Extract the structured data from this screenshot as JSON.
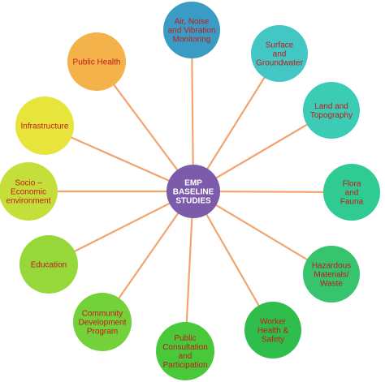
{
  "center": {
    "lines": [
      "EMP",
      "BASELINE",
      "STUDIES"
    ],
    "color": "#7B5BAA",
    "text_color": "#ffffff"
  },
  "line_color": "#F2A46E",
  "nodes": [
    {
      "id": "air-noise-vibration",
      "lines": [
        "Air, Noise",
        "and Vibration",
        "Monitoring"
      ],
      "color": "#3A9BC4",
      "text_color": "#C21A1A"
    },
    {
      "id": "surface-groundwater",
      "lines": [
        "Surface",
        "and",
        "Groundwater"
      ],
      "color": "#43C7C4",
      "text_color": "#C21A1A"
    },
    {
      "id": "land-topography",
      "lines": [
        "Land and",
        "Topography"
      ],
      "color": "#3CCBB5",
      "text_color": "#C21A1A"
    },
    {
      "id": "flora-fauna",
      "lines": [
        "Flora",
        "and",
        "Fauna"
      ],
      "color": "#2FCB93",
      "text_color": "#C21A1A"
    },
    {
      "id": "hazardous-materials",
      "lines": [
        "Hazardous",
        "Materials/",
        "Waste"
      ],
      "color": "#36C46E",
      "text_color": "#C21A1A"
    },
    {
      "id": "worker-health-safety",
      "lines": [
        "Worker",
        "Health &",
        "Safety"
      ],
      "color": "#2FBE4C",
      "text_color": "#C21A1A"
    },
    {
      "id": "public-consultation",
      "lines": [
        "Public",
        "Consultation",
        "and",
        "Participation"
      ],
      "color": "#49C93A",
      "text_color": "#C21A1A"
    },
    {
      "id": "community-development",
      "lines": [
        "Community",
        "Development",
        "Program"
      ],
      "color": "#73D13A",
      "text_color": "#C21A1A"
    },
    {
      "id": "education",
      "lines": [
        "Education"
      ],
      "color": "#96D83A",
      "text_color": "#C21A1A"
    },
    {
      "id": "socio-economic",
      "lines": [
        "Socio –",
        "Economic",
        "environment"
      ],
      "color": "#C5DF3A",
      "text_color": "#C21A1A"
    },
    {
      "id": "infrastructure",
      "lines": [
        "Infrastructure"
      ],
      "color": "#E7E43C",
      "text_color": "#C21A1A"
    },
    {
      "id": "public-health",
      "lines": [
        "Public Health"
      ],
      "color": "#F4B24A",
      "text_color": "#C21A1A"
    }
  ]
}
